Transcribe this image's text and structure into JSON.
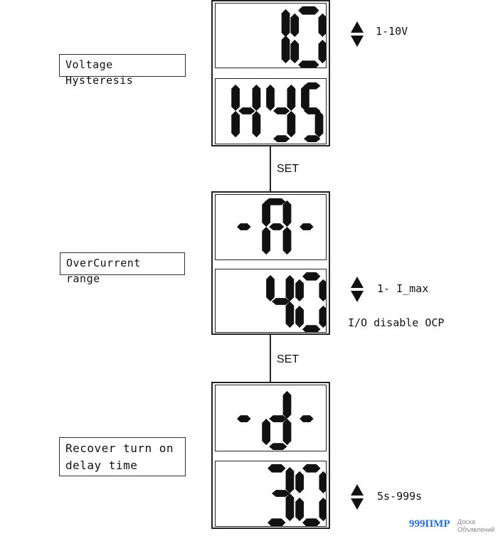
{
  "sections": [
    {
      "label": "Voltage Hysteresis",
      "top_display": "10",
      "bottom_display": "HYS",
      "range": "1-10V",
      "range_icon": "up-down-arrows-icon"
    },
    {
      "label": "OverCurrent range",
      "top_display": "-A-",
      "bottom_display": "40",
      "range": "1- I_max",
      "note": "I/O  disable OCP",
      "range_icon": "up-down-arrows-icon"
    },
    {
      "label_line1": "Recover turn on",
      "label_line2": "delay time",
      "top_display": "-d-",
      "bottom_display": "30",
      "range": "5s-999s",
      "range_icon": "up-down-arrows-icon"
    }
  ],
  "connectors": [
    "SET",
    "SET"
  ],
  "watermark": {
    "brand": "999ПМР",
    "tagline_line1": "Доска",
    "tagline_line2": "Объявлений"
  }
}
